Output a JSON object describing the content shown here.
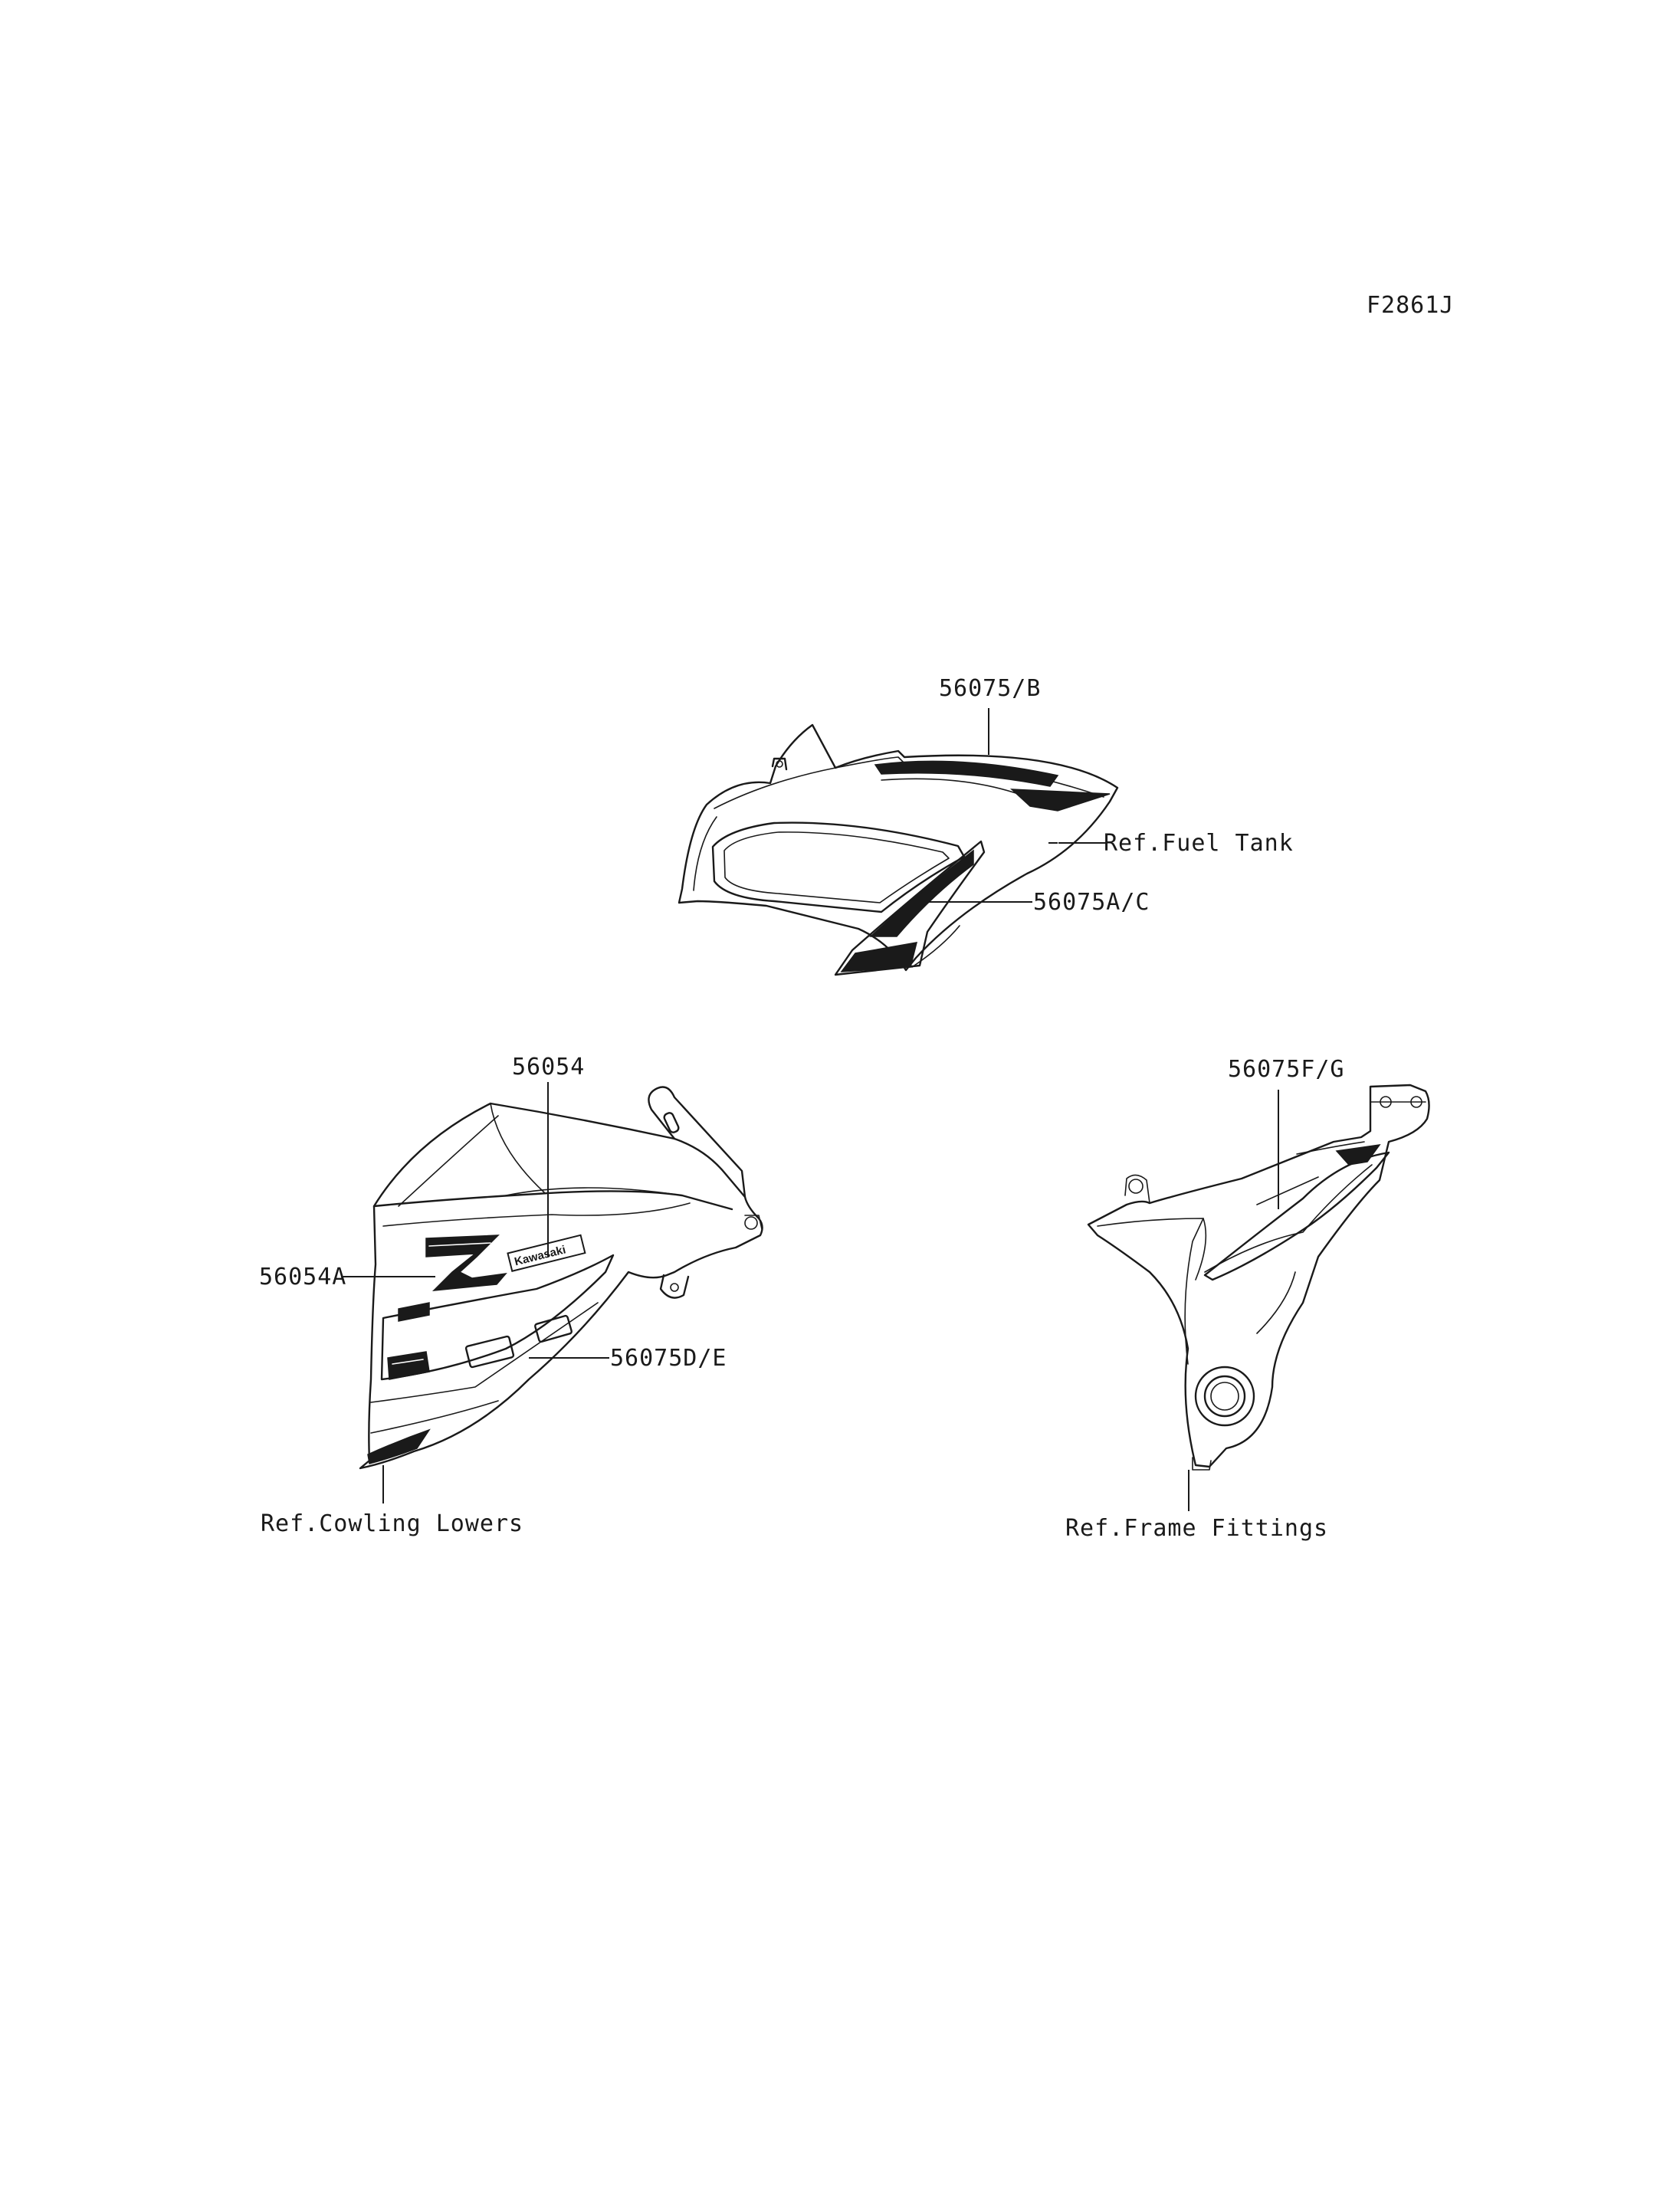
{
  "figure_code": "F2861J",
  "badge_text": "Kawasaki",
  "callouts": {
    "tank_stripe_upper": "56075/B",
    "ref_fuel_tank": "Ref.Fuel Tank",
    "tank_stripe_lower": "56075A/C",
    "emblem_kawasaki": "56054",
    "emblem_z": "56054A",
    "cowl_stripe": "56075D/E",
    "ref_cowling_lowers": "Ref.Cowling Lowers",
    "frame_stripe": "56075F/G",
    "ref_frame_fittings": "Ref.Frame Fittings"
  }
}
